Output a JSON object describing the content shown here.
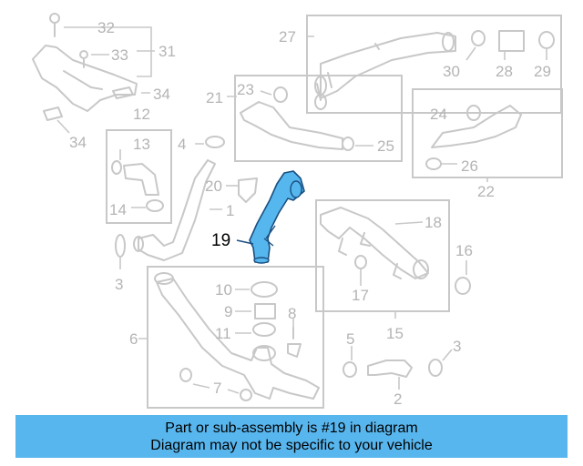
{
  "highlight_color": "#56b7ee",
  "highlight_part": "19",
  "callouts": [
    "32",
    "33",
    "31",
    "34",
    "12",
    "34",
    "27",
    "30",
    "28",
    "29",
    "21",
    "23",
    "25",
    "24",
    "26",
    "22",
    "13",
    "14",
    "4",
    "1",
    "20",
    "18",
    "16",
    "3",
    "17",
    "15",
    "10",
    "9",
    "11",
    "8",
    "6",
    "7",
    "5",
    "3",
    "2"
  ],
  "highlight_label": "19",
  "banner": {
    "line1": "Part or sub-assembly is #19 in diagram",
    "line2": "Diagram may not be specific to your vehicle"
  }
}
